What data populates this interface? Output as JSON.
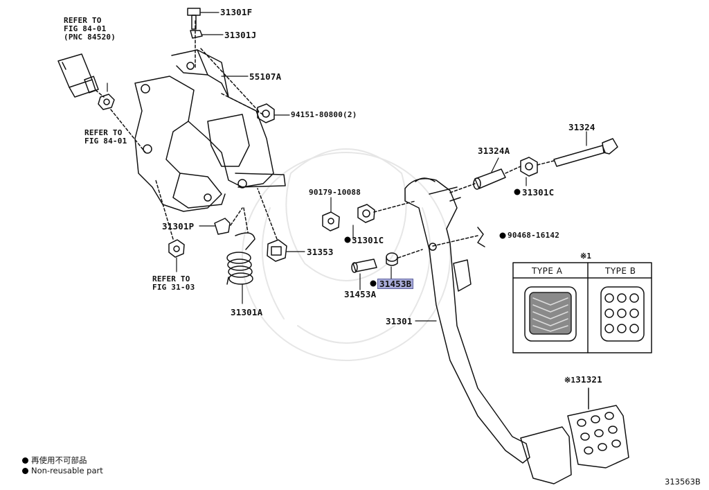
{
  "labels": {
    "refer_84_01_pnc": [
      "REFER TO",
      "FIG 84-01",
      "(PNC 84520)"
    ],
    "refer_84_01": [
      "REFER TO",
      "FIG 84-01"
    ],
    "refer_31_03": [
      "REFER TO",
      "FIG 31-03"
    ],
    "p31301F": "31301F",
    "p31301J": "31301J",
    "p55107A": "55107A",
    "p94151": "94151-80800(2)",
    "p31324": "31324",
    "p31324A": "31324A",
    "p31301C_right": "31301C",
    "p90179": "90179-10088",
    "p31301C_mid": "31301C",
    "p90468": "90468-16142",
    "p31301P": "31301P",
    "p31353": "31353",
    "p31453B": "31453B",
    "p31453A": "31453A",
    "p31301A": "31301A",
    "p31301": "31301",
    "p31321": "31321",
    "note_mark": "※1",
    "note_mark_31321": "※1"
  },
  "pad_types": {
    "type_a": "TYPE A",
    "type_b": "TYPE B"
  },
  "legend": {
    "line1": "再使用不可部品",
    "line2": "Non-reusable part"
  },
  "figure_ref": "313563B"
}
